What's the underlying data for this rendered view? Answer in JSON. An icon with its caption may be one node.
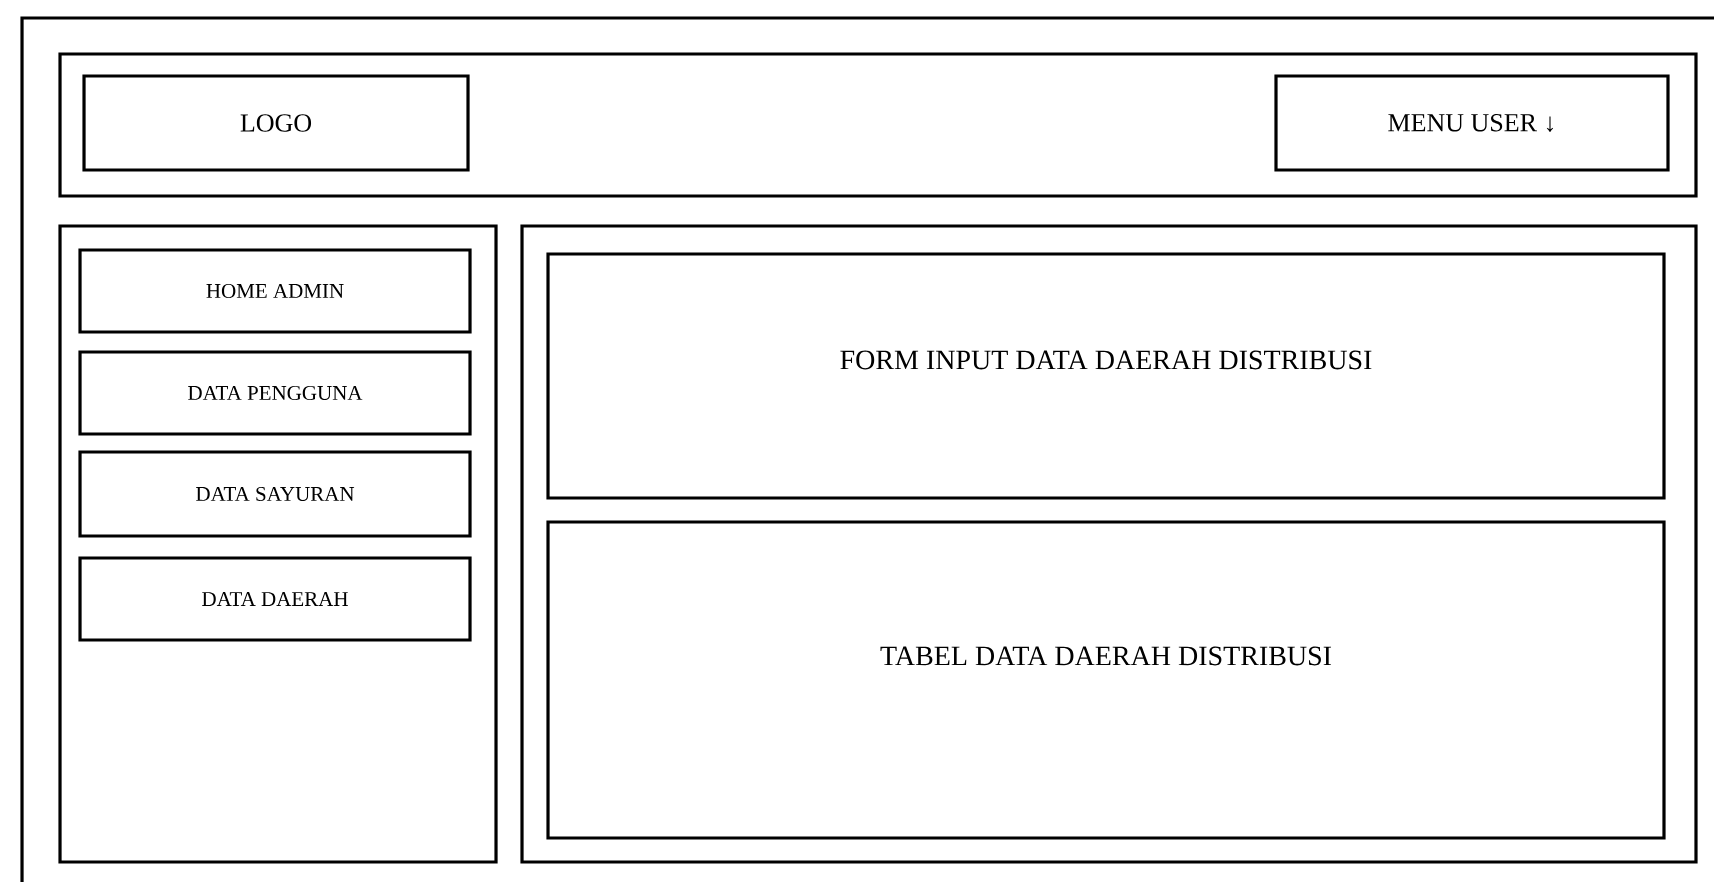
{
  "diagram": {
    "nodes": [
      {
        "text": [],
        "shape": "box"
      },
      {
        "text": [],
        "shape": "box",
        "in": 0
      },
      {
        "text": [
          "LOGO"
        ],
        "in": 1
      },
      {
        "text": [
          "MENU USER ↓"
        ],
        "in": 1
      },
      {
        "text": [],
        "shape": "box",
        "in": 0
      },
      {
        "text": [
          "HOME ADMIN"
        ],
        "in": 4
      },
      {
        "text": [
          "DATA PENGGUNA"
        ],
        "in": 4
      },
      {
        "text": [
          "DATA SAYURAN"
        ],
        "in": 4
      },
      {
        "text": [
          "DATA DAERAH"
        ],
        "in": 4
      },
      {
        "text": [],
        "shape": "box",
        "in": 0
      },
      {
        "text": [
          "FORM INPUT DATA DAERAH DISTRIBUSI"
        ],
        "in": 9
      },
      {
        "text": [
          "TABEL DATA DAERAH DISTRIBUSI"
        ],
        "in": 9
      }
    ]
  }
}
